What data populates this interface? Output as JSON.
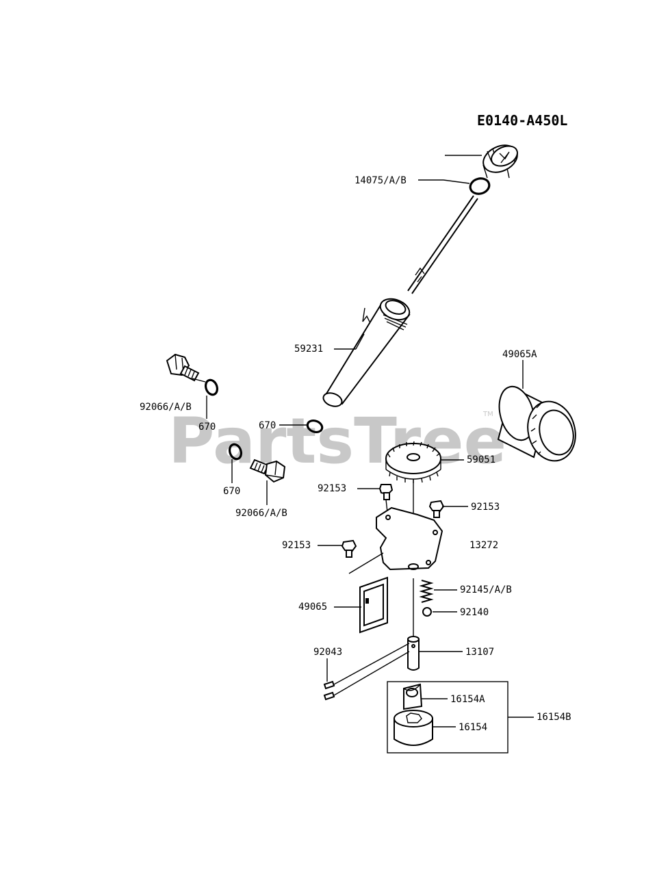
{
  "diagram_code": "E0140-A450L",
  "watermark": "PartsTree",
  "watermark_tm": "TM",
  "labels": {
    "p14075": "14075/A/B",
    "p59231": "59231",
    "p49065A": "49065A",
    "p92066_a": "92066/A/B",
    "p670_a": "670",
    "p670_b": "670",
    "p670_c": "670",
    "p92066_b": "92066/A/B",
    "p59051": "59051",
    "p92153_a": "92153",
    "p92153_b": "92153",
    "p92153_c": "92153",
    "p13272": "13272",
    "p92145": "92145/A/B",
    "p49065": "49065",
    "p92140": "92140",
    "p92043": "92043",
    "p13107": "13107",
    "p16154A": "16154A",
    "p16154": "16154",
    "p16154B": "16154B"
  }
}
